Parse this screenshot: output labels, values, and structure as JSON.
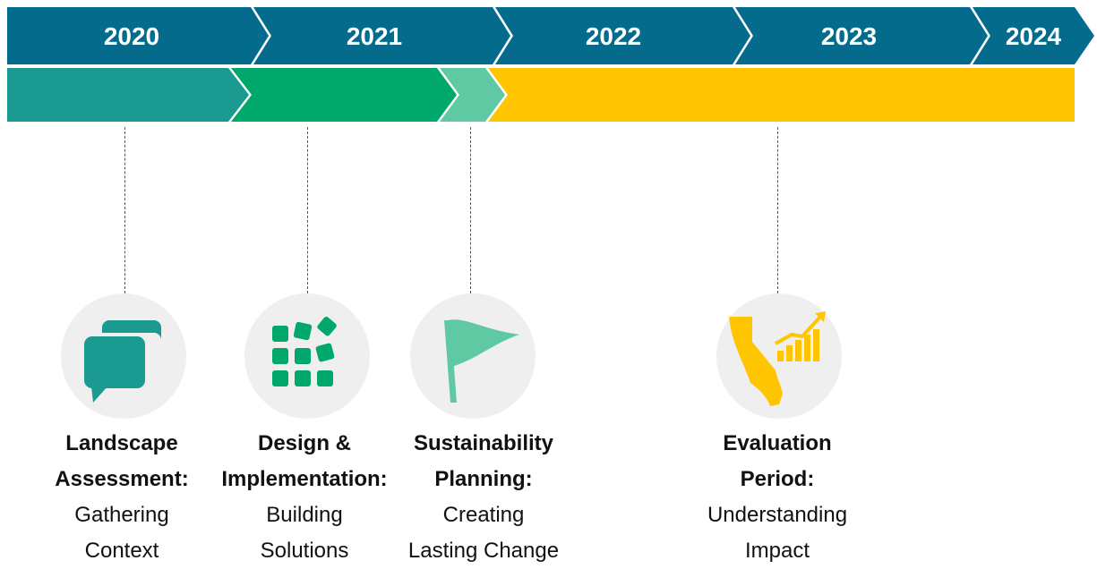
{
  "years": [
    "2020",
    "2021",
    "2022",
    "2023",
    "2024"
  ],
  "colors": {
    "year_band": "#046b8c",
    "landscape": "#1b9a92",
    "design": "#00a86b",
    "sustainability": "#5ec9a2",
    "evaluation": "#ffc500",
    "icon_bg": "#efefef"
  },
  "phases": [
    {
      "title_1": "Landscape",
      "title_2": "Assessment:",
      "desc_1": "Gathering",
      "desc_2": "Context",
      "icon": "chat-bubbles-icon"
    },
    {
      "title_1": "Design &",
      "title_2": "Implementation:",
      "desc_1": "Building",
      "desc_2": "Solutions",
      "icon": "building-blocks-icon"
    },
    {
      "title_1": "Sustainability",
      "title_2": "Planning:",
      "desc_1": "Creating",
      "desc_2": "Lasting Change",
      "icon": "flag-icon"
    },
    {
      "title_1": "Evaluation",
      "title_2": "Period:",
      "desc_1": "Understanding",
      "desc_2": "Impact",
      "icon": "california-growth-chart-icon"
    }
  ]
}
